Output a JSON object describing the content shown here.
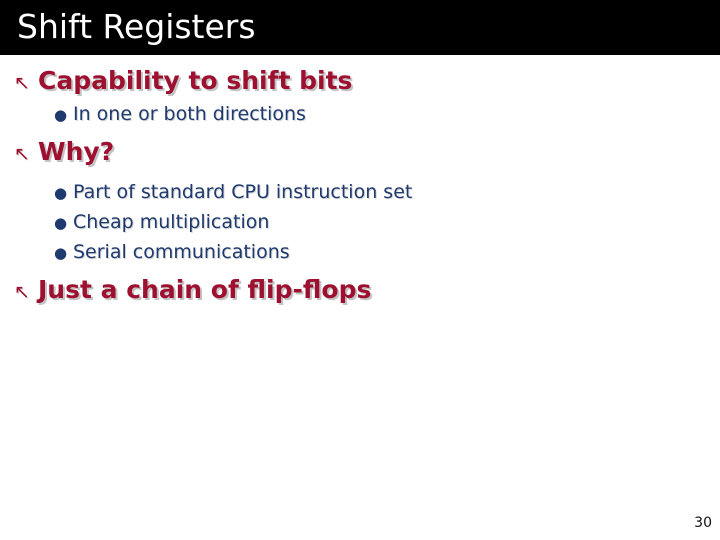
{
  "slide": {
    "title": "Shift Registers",
    "title_bar_color": "#000000",
    "title_text_color": "#ffffff",
    "background_color": "#ffffff",
    "level1_color": "#9e1030",
    "level2_color": "#1f3a6e",
    "page_number": "30",
    "bullets": [
      {
        "level": 1,
        "marker": "↖",
        "marker_name": "arrow-northwest-bullet-icon",
        "text": "Capability to shift bits"
      },
      {
        "level": 2,
        "marker": "●",
        "marker_name": "round-bullet-icon",
        "text": "In one or both directions"
      },
      {
        "level": 1,
        "marker": "↖",
        "marker_name": "arrow-northwest-bullet-icon",
        "text": "Why?"
      },
      {
        "level": 2,
        "marker": "●",
        "marker_name": "round-bullet-icon",
        "text": "Part of standard CPU instruction set"
      },
      {
        "level": 2,
        "marker": "●",
        "marker_name": "round-bullet-icon",
        "text": "Cheap multiplication"
      },
      {
        "level": 2,
        "marker": "●",
        "marker_name": "round-bullet-icon",
        "text": "Serial communications"
      },
      {
        "level": 1,
        "marker": "↖",
        "marker_name": "arrow-northwest-bullet-icon",
        "text": "Just a chain of flip-flops"
      }
    ]
  }
}
